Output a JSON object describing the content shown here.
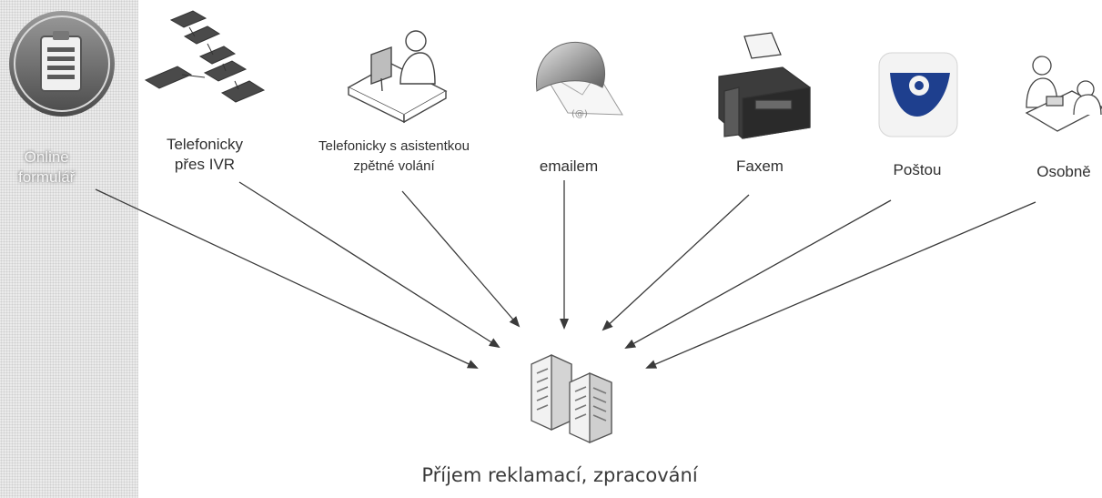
{
  "channels": [
    {
      "id": "online",
      "lines": [
        "Online",
        "formulář"
      ],
      "icon": "form-icon"
    },
    {
      "id": "ivr",
      "lines": [
        "Telefonicky",
        "přes IVR"
      ],
      "icon": "ivr-flow-icon"
    },
    {
      "id": "assistant",
      "lines": [
        "Telefonicky s asistentkou",
        "zpětné volání"
      ],
      "icon": "operator-icon"
    },
    {
      "id": "email",
      "lines": [
        "emailem"
      ],
      "icon": "email-icon"
    },
    {
      "id": "fax",
      "lines": [
        "Faxem"
      ],
      "icon": "fax-icon"
    },
    {
      "id": "post",
      "lines": [
        "Poštou"
      ],
      "icon": "post-horn-icon"
    },
    {
      "id": "personal",
      "lines": [
        "Osobně"
      ],
      "icon": "counter-icon"
    }
  ],
  "target": {
    "label": "Příjem reklamací, zpracování",
    "icon": "buildings-icon"
  },
  "colors": {
    "arrow": "#3a3a3a",
    "form_icon": "#6a6a6a",
    "post_icon": "#1e3f8e"
  }
}
